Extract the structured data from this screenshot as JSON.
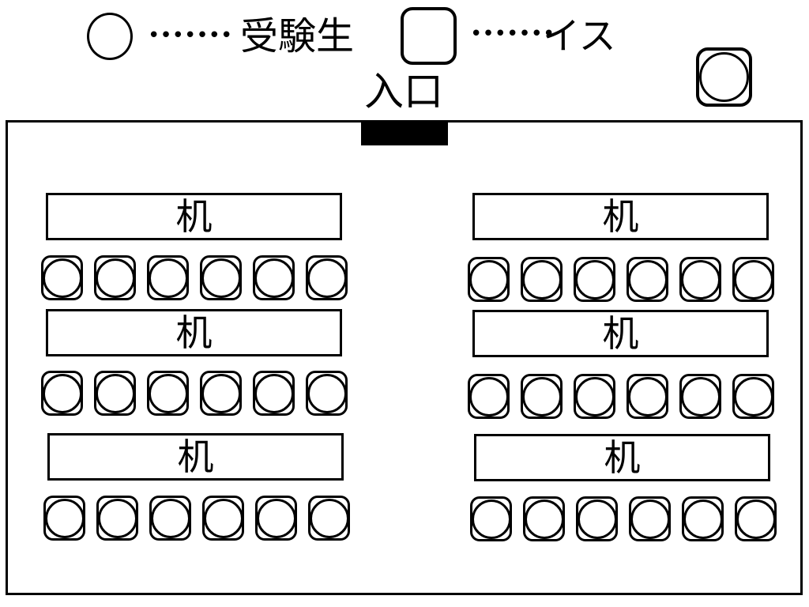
{
  "legend": {
    "examinee_label": "受験生",
    "chair_label": "イス",
    "connector": "•••••••"
  },
  "entrance_label": "入口",
  "desks": [
    {
      "side": "left",
      "row": 1,
      "label": "机",
      "chairs": 6
    },
    {
      "side": "left",
      "row": 2,
      "label": "机",
      "chairs": 6
    },
    {
      "side": "left",
      "row": 3,
      "label": "机",
      "chairs": 6
    },
    {
      "side": "right",
      "row": 1,
      "label": "机",
      "chairs": 6
    },
    {
      "side": "right",
      "row": 2,
      "label": "机",
      "chairs": 6
    },
    {
      "side": "right",
      "row": 3,
      "label": "机",
      "chairs": 6
    }
  ],
  "proctor_chair": {
    "occupied": true
  },
  "colors": {
    "line": "#000000",
    "door_fill": "#000000",
    "background": "#ffffff"
  }
}
